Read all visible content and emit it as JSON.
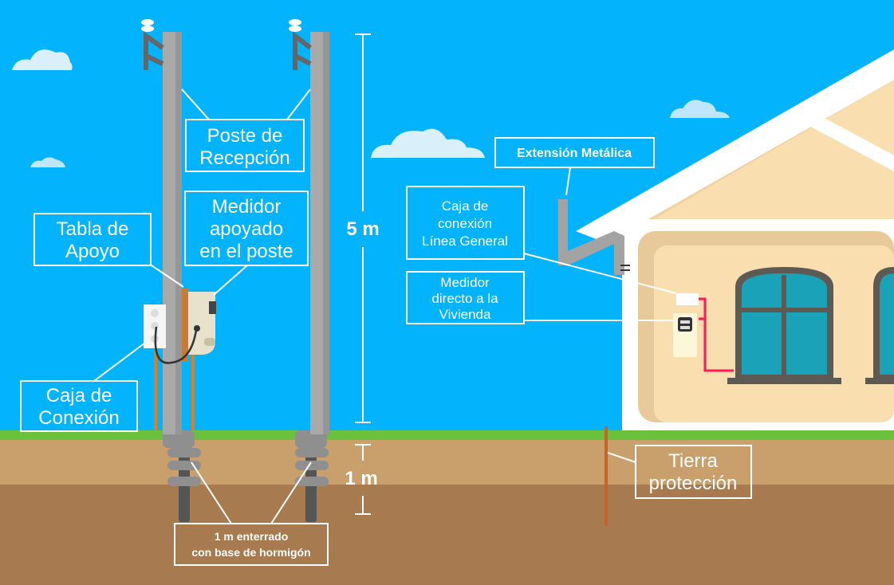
{
  "labels": {
    "poste_recepcion": [
      "Poste de",
      "Recepción"
    ],
    "medidor_poste": [
      "Medidor",
      "apoyado",
      "en el poste"
    ],
    "tabla_apoyo": [
      "Tabla de",
      "Apoyo"
    ],
    "caja_conexion": [
      "Caja de",
      "Conexión"
    ],
    "altura_poste": "5 m",
    "profundidad": "1 m",
    "enterrado": [
      "1 m enterrado",
      "con base de hormigón"
    ],
    "extension_metalica": "Extensión Metálica",
    "caja_linea_general": [
      "Caja de",
      "conexión",
      "Línea General"
    ],
    "medidor_vivienda": [
      "Medidor",
      "directo a la",
      "Vivienda"
    ],
    "tierra": [
      "Tierra",
      "protección"
    ]
  },
  "colors": {
    "sky": "#03b4fc",
    "grass": "#6cc13c",
    "soil_top": "#c9a06b",
    "soil_bottom": "#a77a4f",
    "pole": "#a9a9a9",
    "wall": "#f9dfb0",
    "wire_red": "#ff1a5c"
  }
}
